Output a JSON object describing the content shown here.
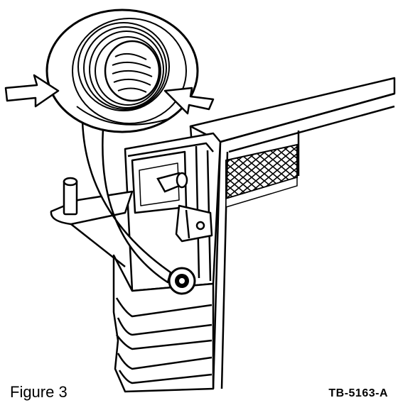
{
  "figure": {
    "caption": "Figure 3",
    "reference": "TB-5163-A"
  },
  "illustration": {
    "subject": "line drawing",
    "ink_color": "#000000",
    "paper_color": "#ffffff"
  }
}
